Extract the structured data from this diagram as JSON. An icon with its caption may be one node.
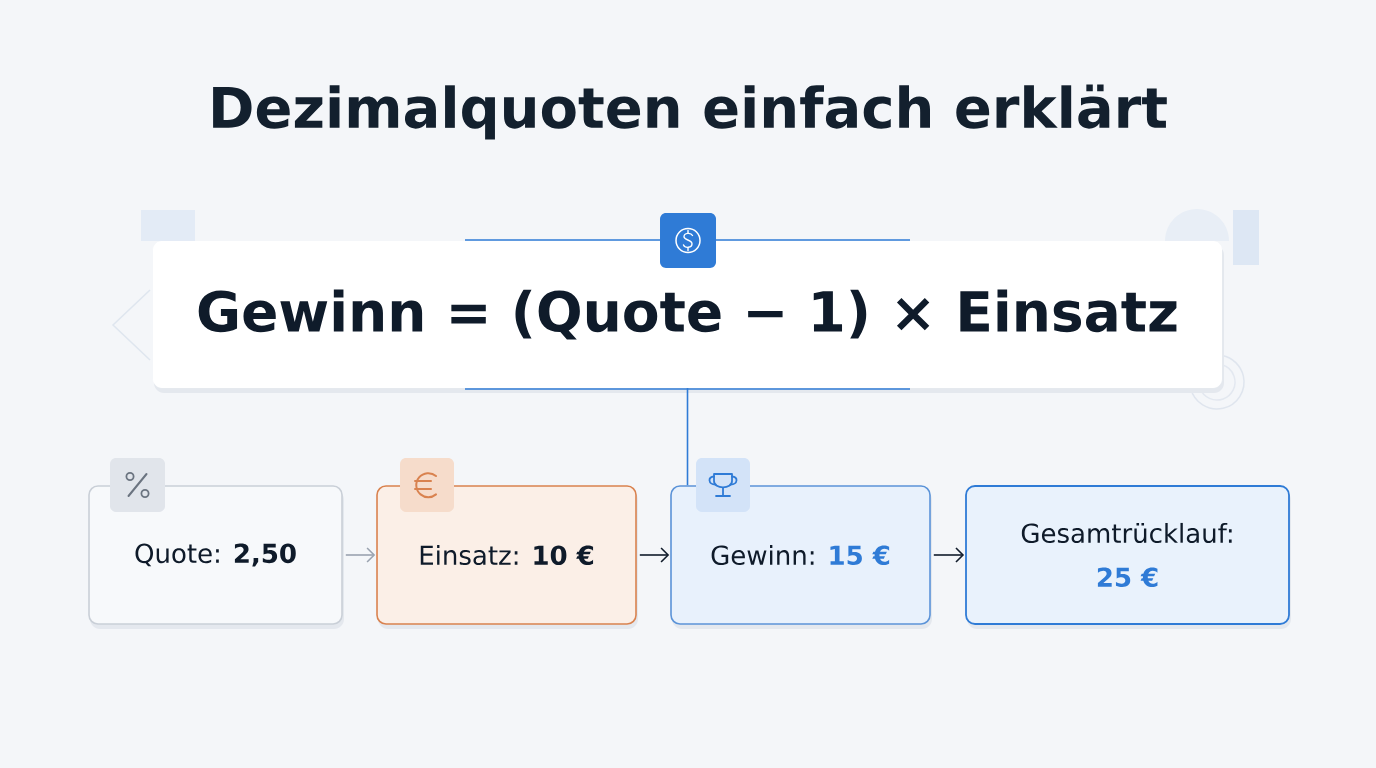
{
  "diagram": {
    "title": "Dezimalquoten einfach erklärt",
    "nodes": [
      {
        "text": [
          "Gewinn = (Quote − 1) × Einsatz"
        ]
      },
      {
        "text": [
          "Quote:",
          "2,50"
        ]
      },
      {
        "text": [
          "Einsatz:",
          "10 €"
        ]
      },
      {
        "text": [
          "Gewinn:",
          "15 €"
        ]
      },
      {
        "text": [
          "Gesamtrücklauf:",
          "25 €"
        ]
      }
    ],
    "edges": [
      {
        "from": 0,
        "to": 3,
        "arrow": "none",
        "color": "#2f7bd6"
      },
      {
        "from": 1,
        "to": 2,
        "arrow": "to",
        "color": "#9aa3b0"
      },
      {
        "from": 2,
        "to": 3,
        "arrow": "to"
      },
      {
        "from": 3,
        "to": 4,
        "arrow": "to"
      }
    ]
  }
}
